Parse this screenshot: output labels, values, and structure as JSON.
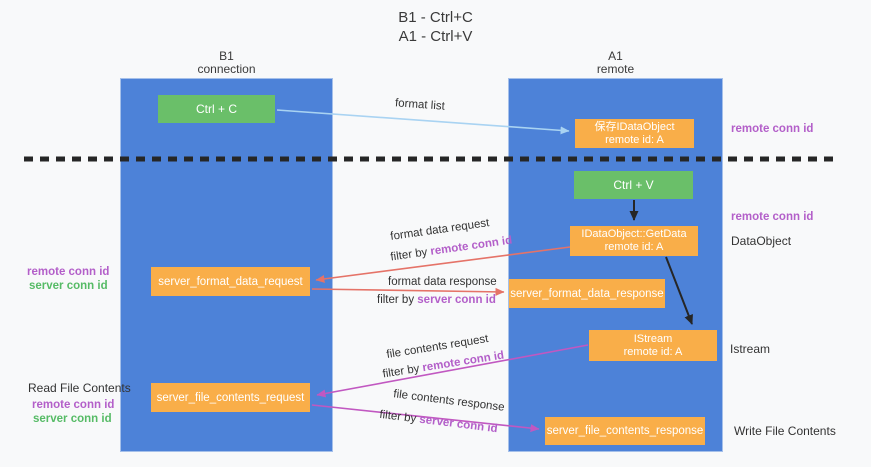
{
  "title": {
    "line1": "B1 - Ctrl+C",
    "line2": "A1 - Ctrl+V"
  },
  "columns": {
    "left": {
      "name": "B1",
      "role": "connection"
    },
    "right": {
      "name": "A1",
      "role": "remote"
    }
  },
  "boxes": {
    "ctrl_c": {
      "label": "Ctrl + C"
    },
    "ctrl_v": {
      "label": "Ctrl + V"
    },
    "save_idataobject": {
      "line1": "保存IDataObject",
      "line2": "remote id: A"
    },
    "getdata": {
      "line1": "IDataObject::GetData",
      "line2": "remote id: A"
    },
    "istream": {
      "line1": "IStream",
      "line2": "remote id: A"
    },
    "server_format_data_request": {
      "label": "server_format_data_request"
    },
    "server_format_data_response": {
      "label": "server_format_data_response"
    },
    "server_file_contents_request": {
      "label": "server_file_contents_request"
    },
    "server_file_contents_response": {
      "label": "server_file_contents_response"
    }
  },
  "flow_labels": {
    "format_list": "format list",
    "format_data_request": "format data request",
    "format_data_response": "format data response",
    "file_contents_request": "file contents request",
    "file_contents_response": "file contents response",
    "filter_by": "filter by",
    "remote_conn_id": "remote conn id",
    "server_conn_id": "server conn id"
  },
  "side_labels": {
    "left": {
      "remote_conn_id": "remote conn id",
      "server_conn_id": "server conn id",
      "read_file_contents": "Read File Contents"
    },
    "right": {
      "remote_conn_id_top": "remote conn id",
      "remote_conn_id_mid": "remote conn id",
      "dataobject": "DataObject",
      "istream": "Istream",
      "write_file_contents": "Write File Contents"
    }
  },
  "colors": {
    "lifeline_blue": "#4d82d8",
    "box_orange": "#f9ae49",
    "box_green": "#6abf69",
    "conn_purple": "#b35fc9",
    "conn_green": "#56bb66",
    "arrow_salmon": "#e57368",
    "arrow_magenta": "#c158c1",
    "arrow_lightblue": "#a9d3f2",
    "arrow_black": "#262626"
  }
}
